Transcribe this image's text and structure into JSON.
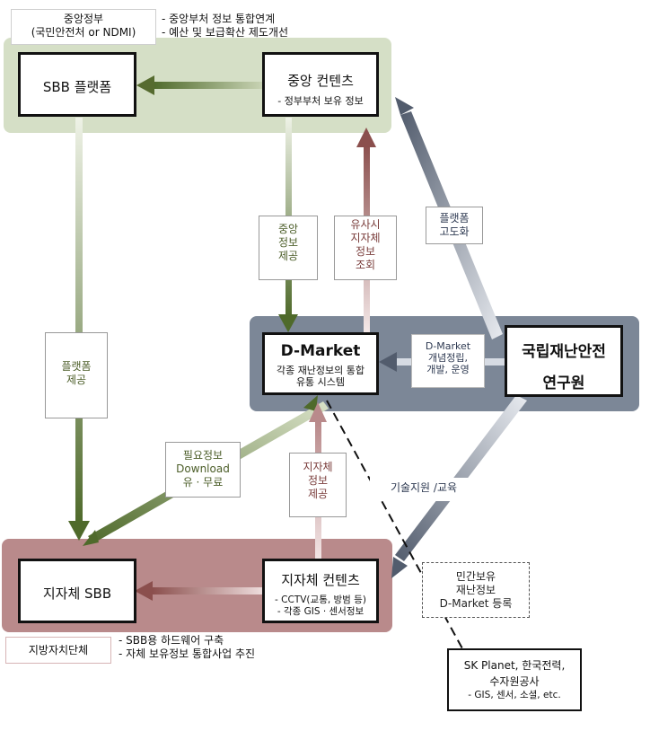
{
  "central": {
    "org_line1": "중앙정부",
    "org_line2": "(국민안전처 or NDMI)",
    "notes": [
      "- 중앙부처 정보 통합연계",
      "- 예산 및 보급확산 제도개선"
    ],
    "sbb_platform": "SBB 플랫폼",
    "contents_title": "중앙 컨텐츠",
    "contents_sub": "-  정부부처 보유 정보"
  },
  "dmarket": {
    "title": "D-Market",
    "sub1": "각종 재난정보의 통합",
    "sub2": "유통 시스템"
  },
  "ndmi": {
    "line1": "국립재난안전",
    "line2": "연구원",
    "role": [
      "D-Market",
      "개념정립,",
      "개발, 운영"
    ]
  },
  "local": {
    "sbb": "지자체 SBB",
    "contents_title": "지자체 컨텐츠",
    "contents_sub1": "-  CCTV(교통, 방범 등)",
    "contents_sub2": "-  각종 GIS · 센서정보",
    "org": "지방자치단체",
    "notes": [
      "- SBB용 하드웨어 구축",
      "- 자체 보유정보 통합사업 추진"
    ]
  },
  "labels": {
    "central_info": [
      "중앙",
      "정보",
      "제공"
    ],
    "similar_local": [
      "유사시",
      "지자체",
      "정보",
      "조회"
    ],
    "platform_upgrade": [
      "플랫폼",
      "고도화"
    ],
    "platform_provide": [
      "플랫폼",
      "제공"
    ],
    "required_info": [
      "필요정보",
      "Download",
      "유 · 무료"
    ],
    "local_info": [
      "지자체",
      "정보",
      "제공"
    ],
    "tech_support": "기술지원  /교육",
    "private_info": [
      "민간보유",
      "재난정보",
      "D-Market 등록"
    ]
  },
  "private": {
    "line1": "SK Planet, 한국전력,",
    "line2": "수자원공사",
    "line3": "-  GIS, 센서, 소셜, etc."
  },
  "colors": {
    "green_band": "#d5dfc6",
    "blue_band": "#7c8797",
    "red_band": "#b98a8b",
    "green_arrow": "#566b2f",
    "red_arrow": "#8b4f4d",
    "slate_arrow": "#525c6d"
  }
}
